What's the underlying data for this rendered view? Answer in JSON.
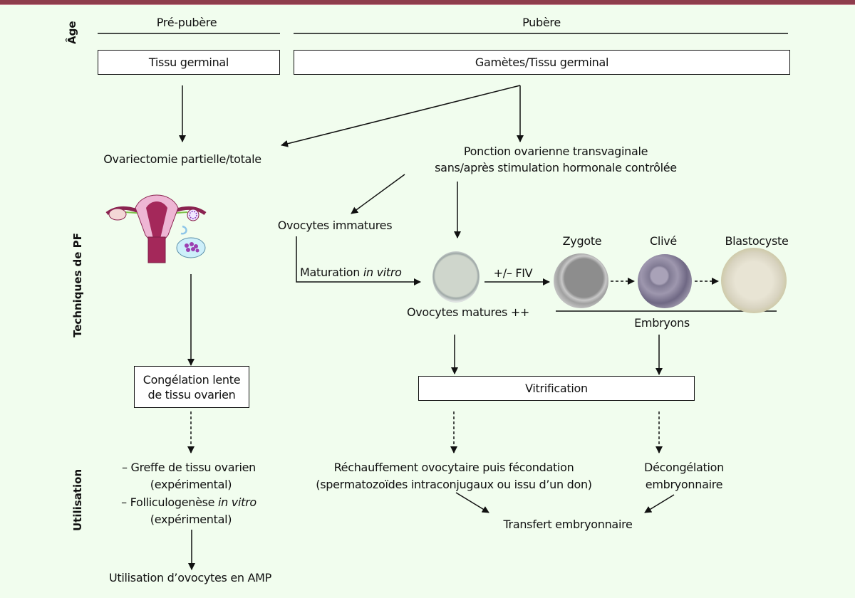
{
  "colors": {
    "background": "#f1fdee",
    "top_bar": "#8e3d4c",
    "box_fill": "#ffffff",
    "line": "#111111"
  },
  "side_labels": {
    "age": "Âge",
    "techniques": "Techniques de PF",
    "utilisation": "Utilisation"
  },
  "age": {
    "prepubere": "Pré-pubère",
    "pubere": "Pubère"
  },
  "boxes": {
    "tissu_germinal": "Tissu germinal",
    "gametes_tissu": "Gamètes/Tissu germinal",
    "congelation_line1": "Congélation lente",
    "congelation_line2": "de tissu ovarien",
    "vitrification": "Vitrification"
  },
  "nodes": {
    "ovariectomie": "Ovariectomie partielle/totale",
    "ponction_line1": "Ponction ovarienne transvaginale",
    "ponction_line2": "sans/après stimulation hormonale contrôlée",
    "ovocytes_immatures": "Ovocytes immatures",
    "maturation": "Maturation ",
    "maturation_italic": "in vitro",
    "fiv": "+/– FIV",
    "ovocytes_matures": "Ovocytes matures ++",
    "zygote": "Zygote",
    "clive": "Clivé",
    "blastocyste": "Blastocyste",
    "embryons": "Embryons"
  },
  "utilisation": {
    "greffe": "– Greffe de tissu ovarien",
    "greffe_sub": "(expérimental)",
    "follicu": "– Folliculogenèse ",
    "follicu_italic": "in vitro",
    "follicu_sub": "(expérimental)",
    "amp": "Utilisation d’ovocytes en AMP",
    "rechauffement_line1": "Réchauffement ovocytaire puis fécondation",
    "rechauffement_line2": "(spermatozoïdes intraconjugaux ou issu d’un don)",
    "decongelation_line1": "Décongélation",
    "decongelation_line2": "embryonnaire",
    "transfert": "Transfert embryonnaire"
  },
  "illustrations": [
    "uterus-ovaries-illustration",
    "petri-dish-illustration",
    "mature-oocyte-image",
    "zygote-image",
    "cleaved-embryo-image",
    "blastocyst-image"
  ]
}
